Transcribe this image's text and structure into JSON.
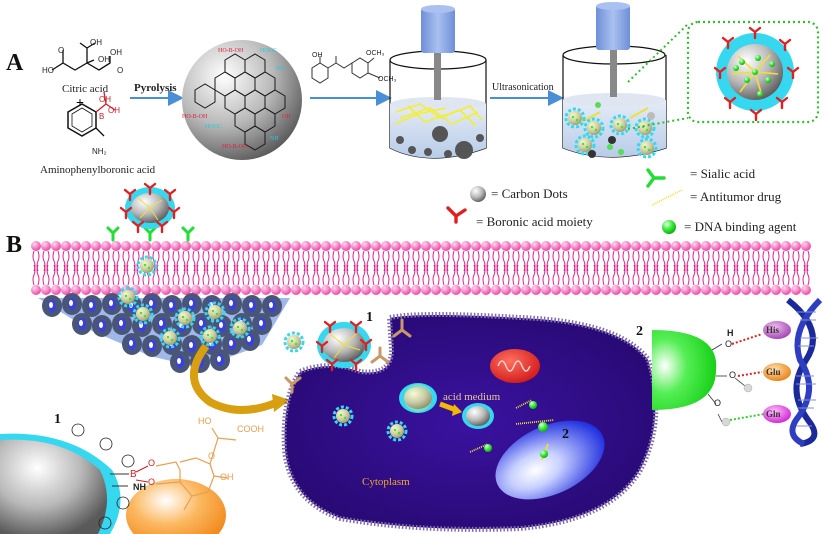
{
  "panels": {
    "a": {
      "label": "A"
    },
    "b": {
      "label": "B"
    }
  },
  "panel_a": {
    "reagent_1": "Citric acid",
    "plus": "+",
    "reagent_2": "Aminophenylboronic acid",
    "step_1_label": "Pyrolysis",
    "step_2_label": "Ultrasonication",
    "chem_labels": {
      "oh": "OH",
      "ho": "HO",
      "o": "O",
      "b": "B",
      "nh2": "NH₂",
      "och3": "OCH₃"
    }
  },
  "legend": {
    "items": [
      {
        "icon": "carbon-dot-icon",
        "label": "= Carbon Dots"
      },
      {
        "icon": "boronic-acid-icon",
        "label": "= Boronic acid moiety"
      },
      {
        "icon": "sialic-acid-icon",
        "label": "= Sialic acid"
      },
      {
        "icon": "antitumor-drug-icon",
        "label": "= Antitumor drug"
      },
      {
        "icon": "dna-binding-agent-icon",
        "label": "= DNA binding agent"
      }
    ]
  },
  "panel_b": {
    "cytoplasm_label": "Cytoplasm",
    "acid_medium_label": "acid medium",
    "marker_1": "1",
    "marker_2": "2",
    "inset_1": {
      "label": "1",
      "b": "B",
      "nh": "NH",
      "o": "O",
      "ho": "HO",
      "cooh": "COOH",
      "oh": "OH",
      "minus": "−"
    },
    "inset_2": {
      "label": "2",
      "h": "H",
      "o": "O",
      "residues": [
        "His",
        "Glu",
        "Gln"
      ]
    }
  },
  "colors": {
    "cell": "#2a0a7a",
    "membrane_head": "#f060b0",
    "membrane_tail": "#e0208a",
    "cyan_shell": "#35d8ee",
    "boronic_red": "#e02020",
    "sialic_green": "#22dd33",
    "drug_yellow": "#f0e030",
    "arrow_blue": "#4a8fd6",
    "dna_blue": "#1a2a9a",
    "mito_red": "#e83030",
    "nucleus": "#4060f0",
    "his_purple": "#c060c8",
    "glu_orange": "#f09030",
    "gln_magenta": "#e040e0",
    "orange_sphere": "#f59022"
  }
}
